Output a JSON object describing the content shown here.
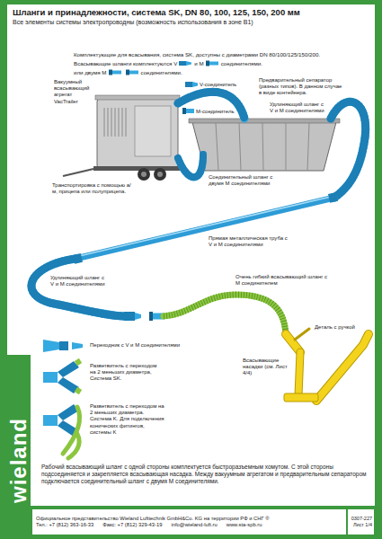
{
  "diagram": {
    "title": "Шланги и принадлежности, система SK, DN 80, 100, 125, 150, 200 мм",
    "nodes": [
      {
        "text": [
          "Официальное представительство Wieland Lufttechnik GmbH&Co. KG на территории РФ и СНГ ®",
          "Тел.: +7 (812) 363-16-33",
          "Факс: +7 (812) 329-43-19",
          "info@wieland-luft.ru",
          "www.sta-spb.ru"
        ]
      },
      {
        "text": [
          "0307-227",
          "Лист 1/4"
        ]
      }
    ],
    "labels": [
      "Все элементы системы электропроводны (возможность использования в зоне B1)",
      "Комплектующие для всасывания, система SK, доступны с диаметрами DN 80/100/125/150/200.",
      "Всасывающие шланги комплектуются V",
      "и M",
      "соединителями.",
      "или двумя M",
      "соединителями.",
      "Вакуумный всасывающий агрегат VacTrailer",
      "V-соединитель",
      "M-соединитель",
      "Предварительный сепаратор (разных типов). В данном случае в виде контейнера.",
      "Удлиняющий шланг с V и M соединителями",
      "Транспортировка с помощью а/м, прицепа или полуприцепа.",
      "Соединительный шланг с двумя M соединителями",
      "Прямая металлическая труба с V и M соединителями",
      "Удлиняющий шланг с V и M соединителями",
      "Очень гибкий всасывающий шланг с M соединителем",
      "Деталь с ручкой",
      "Переходник с V и M соединителями",
      "Всасывающие насадки (см. Лист 4/4)",
      "Разветвитель с переходом на 2 меньших диаметра, Система SK.",
      "Разветвитель с переходом на 2 меньших диаметра. Система K. Для подключения конических фитингов, системы K",
      "Рабочий всасывающий шланг с одной стороны комплектуется быстроразъемным хомутом. С этой стороны подсоединяется и закрепляется всасывающая насадка. Между вакуумным агрегатом и предварительным сепаратором подключается соединительный шланг с двумя M соединителями.",
      "wieland"
    ]
  }
}
